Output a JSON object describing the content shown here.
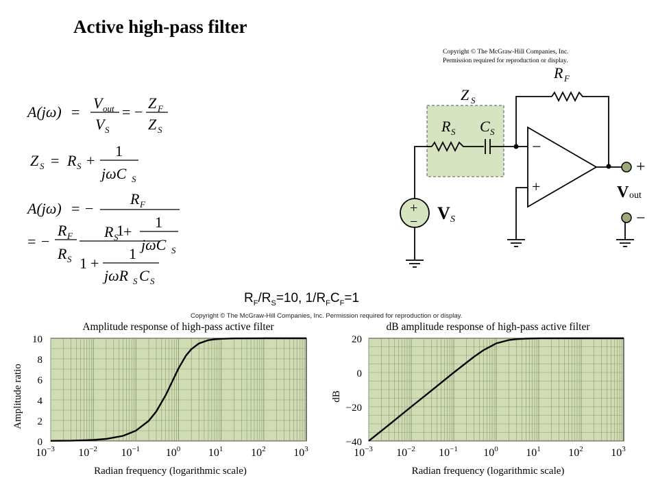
{
  "title": "Active high-pass filter",
  "equations": {
    "eq1": {
      "lhs": "A(jω)",
      "frac1_num": "V",
      "frac1_num_sub": "out",
      "frac1_den": "V",
      "frac1_den_sub": "S",
      "frac2_num": "Z",
      "frac2_num_sub": "F",
      "frac2_den": "Z",
      "frac2_den_sub": "S"
    },
    "eq2": {
      "lhs": "Z",
      "lhs_sub": "S",
      "r": "R",
      "r_sub": "S",
      "num": "1",
      "den": "jωC",
      "den_sub": "S"
    },
    "eq3": {
      "lhs": "A(jω)",
      "num": "R",
      "num_sub": "F",
      "r": "R",
      "r_sub": "S",
      "inner_num": "1",
      "inner_den": "jωC",
      "inner_den_sub": "S"
    },
    "eq4": {
      "num": "R",
      "num_sub": "F",
      "den": "R",
      "den_sub": "S",
      "one": "1",
      "one_plus": "1",
      "inner_num": "1",
      "inner_den": "jωR",
      "inner_den_sub1": "S",
      "inner_den_c": "C",
      "inner_den_sub2": "S"
    }
  },
  "circuit": {
    "copyright_line1": "Copyright © The McGraw-Hill Companies, Inc.",
    "copyright_line2": "Permission required for reproduction or display.",
    "zs_label": "Z",
    "zs_sub": "S",
    "rs_label": "R",
    "rs_sub": "S",
    "cs_label": "C",
    "cs_sub": "S",
    "rf_label": "R",
    "rf_sub": "F",
    "minus_input": "−",
    "plus_input": "+",
    "vout_plus": "+",
    "vout_label": "V",
    "vout_sub": "out",
    "vout_minus": "−",
    "vs_plus": "+",
    "vs_minus": "−",
    "vs_label": "V",
    "vs_sub": "S"
  },
  "params": {
    "r1": "R",
    "s1": "F",
    "slash1": "/R",
    "s2": "S",
    "mid": "=10, 1/R",
    "s3": "F",
    "c": "C",
    "s4": "F",
    "end": "=1"
  },
  "plot_copyright": "Copyright © The McGraw-Hill Companies, Inc. Permission required for reproduction or display.",
  "colors": {
    "plot_bg": "#cfdcb4",
    "grid": "#8a9a70",
    "curve": "#000000",
    "shade": "#d6e4c2"
  },
  "chart_data": [
    {
      "type": "line",
      "title": "Amplitude response of high-pass active filter",
      "xlabel": "Radian frequency (logarithmic scale)",
      "ylabel": "Amplitude ratio",
      "x_scale": "log",
      "xlim": [
        0.001,
        1000
      ],
      "ylim": [
        0,
        10
      ],
      "x_ticks": [
        "10−3",
        "10−2",
        "10−1",
        "100",
        "101",
        "102",
        "103"
      ],
      "y_ticks": [
        "0",
        "2",
        "4",
        "6",
        "8",
        "10"
      ],
      "grid": true,
      "x": [
        0.001,
        0.003,
        0.01,
        0.02,
        0.05,
        0.1,
        0.2,
        0.3,
        0.5,
        0.7,
        1,
        1.5,
        2,
        3,
        5,
        7,
        10,
        20,
        100,
        1000
      ],
      "values": [
        0.01,
        0.03,
        0.1,
        0.2,
        0.5,
        1.0,
        1.96,
        2.87,
        4.47,
        5.73,
        7.07,
        8.32,
        8.94,
        9.49,
        9.81,
        9.9,
        9.95,
        9.99,
        10,
        10
      ]
    },
    {
      "type": "line",
      "title": "dB amplitude response of high-pass active filter",
      "xlabel": "Radian frequency (logarithmic scale)",
      "ylabel": "dB",
      "x_scale": "log",
      "xlim": [
        0.001,
        1000
      ],
      "ylim": [
        -40,
        20
      ],
      "x_ticks": [
        "10−3",
        "10−2",
        "10−1",
        "100",
        "101",
        "102",
        "103"
      ],
      "y_ticks": [
        "20",
        "0",
        "−20",
        "−40"
      ],
      "grid": true,
      "x": [
        0.001,
        0.003,
        0.01,
        0.03,
        0.1,
        0.3,
        0.5,
        1,
        2,
        3,
        5,
        10,
        100,
        1000
      ],
      "values": [
        -40,
        -30.5,
        -20,
        -10.5,
        -0.04,
        9.2,
        13.0,
        17.0,
        19.0,
        19.5,
        19.8,
        19.96,
        20,
        20
      ]
    }
  ]
}
